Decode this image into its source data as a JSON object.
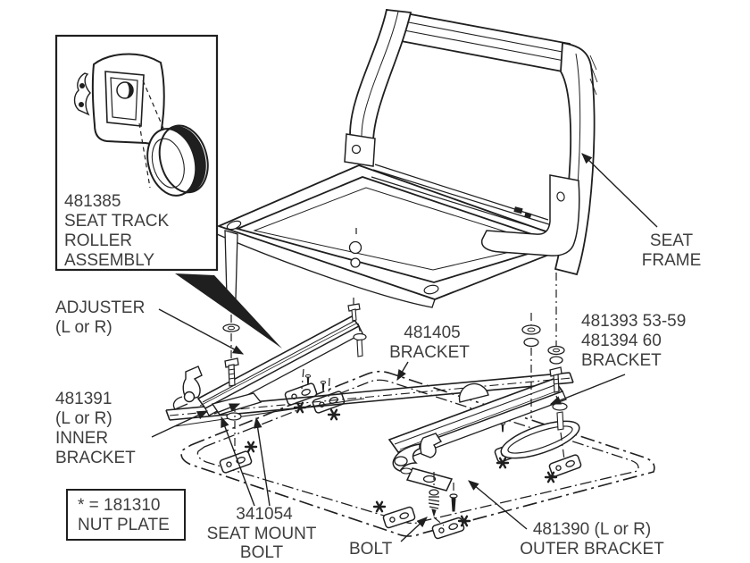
{
  "page": {
    "background": "#ffffff"
  },
  "diagram": {
    "colors": {
      "line": "#1f1f1f",
      "label": "#3e3e3e",
      "background": "#ffffff"
    },
    "inset_callout": {
      "lines": [
        "481385",
        "SEAT TRACK",
        "ROLLER",
        "ASSEMBLY"
      ]
    },
    "labels": {
      "adjuster": {
        "lines": [
          "ADJUSTER",
          "(L or R)"
        ]
      },
      "inner_bracket": {
        "lines": [
          "481391",
          "(L or R)",
          "INNER",
          "BRACKET"
        ]
      },
      "nut_plate_legend": {
        "lines": [
          "* = 181310",
          "NUT PLATE"
        ]
      },
      "bracket_481405": {
        "lines": [
          "481405",
          "BRACKET"
        ]
      },
      "bracket_481393": {
        "lines": [
          "481393  53-59",
          "481394  60",
          "BRACKET"
        ]
      },
      "seat_frame": {
        "lines": [
          "SEAT",
          "FRAME"
        ]
      },
      "seat_mount_bolt": {
        "lines": [
          "341054",
          "SEAT MOUNT",
          "BOLT"
        ]
      },
      "bolt": {
        "lines": [
          "BOLT"
        ]
      },
      "outer_bracket": {
        "lines": [
          "481390 (L or R)",
          "OUTER BRACKET"
        ]
      }
    }
  }
}
